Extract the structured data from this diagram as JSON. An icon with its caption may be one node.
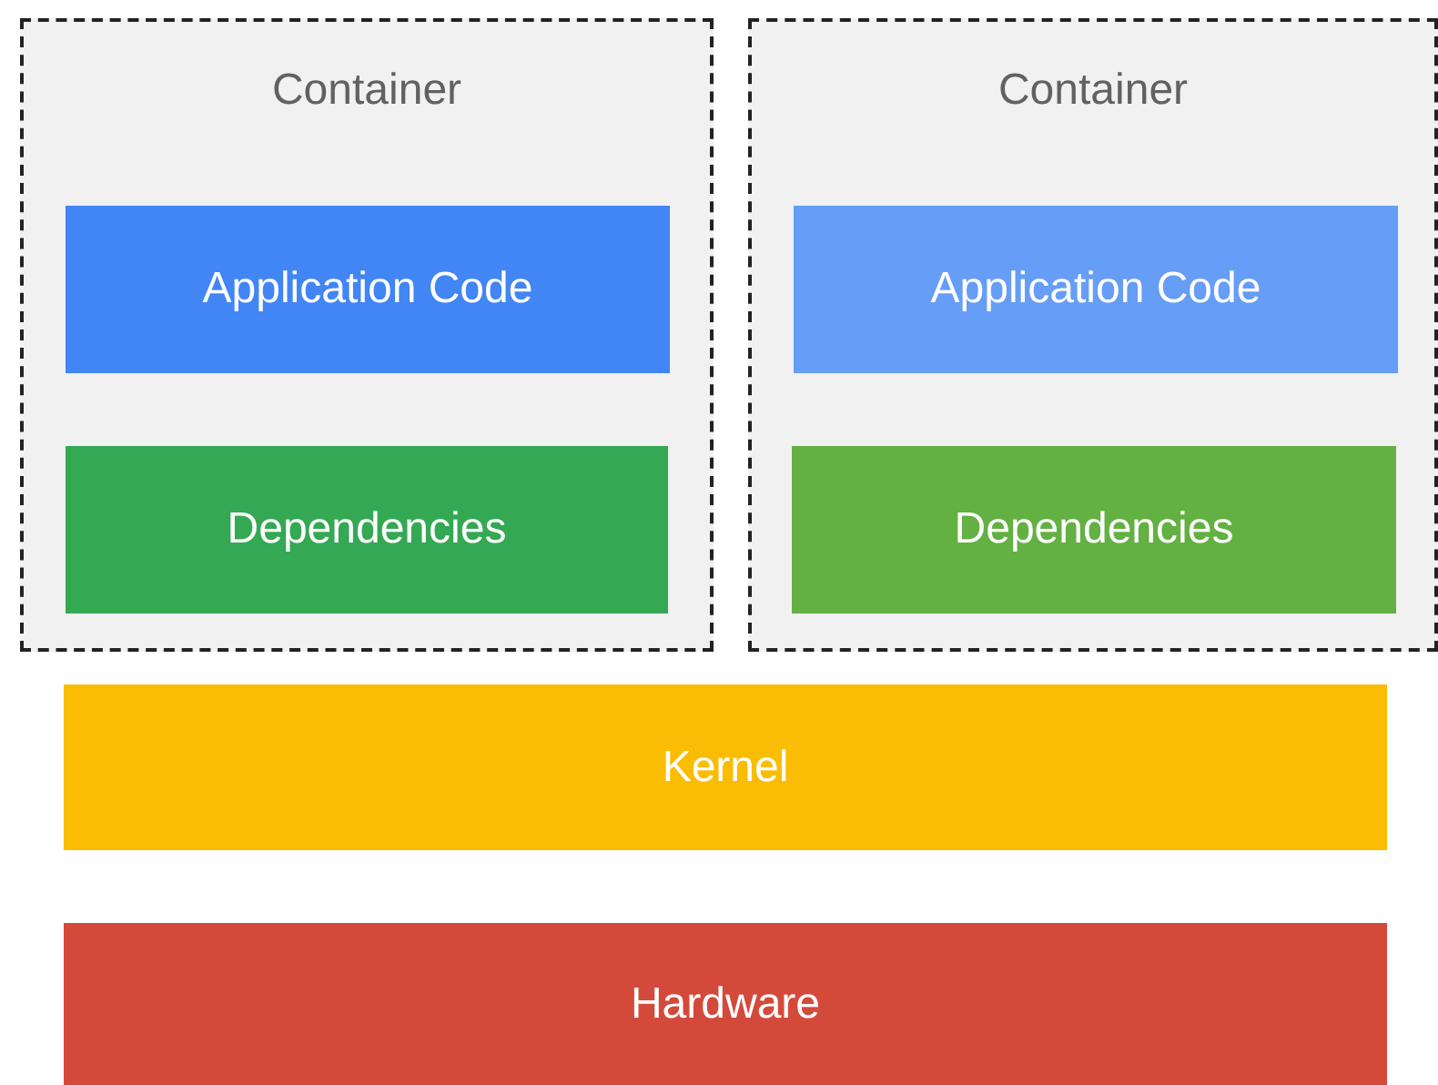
{
  "diagram": {
    "nodes": [
      {
        "text": [
          "Container"
        ]
      },
      {
        "text": [
          "Application Code"
        ],
        "in": 0
      },
      {
        "text": [
          "Dependencies"
        ],
        "in": 0
      },
      {
        "text": [
          "Container"
        ]
      },
      {
        "text": [
          "Application Code"
        ],
        "in": 3
      },
      {
        "text": [
          "Dependencies"
        ],
        "in": 3
      },
      {
        "text": [
          "Kernel"
        ]
      },
      {
        "text": [
          "Hardware"
        ]
      }
    ]
  }
}
